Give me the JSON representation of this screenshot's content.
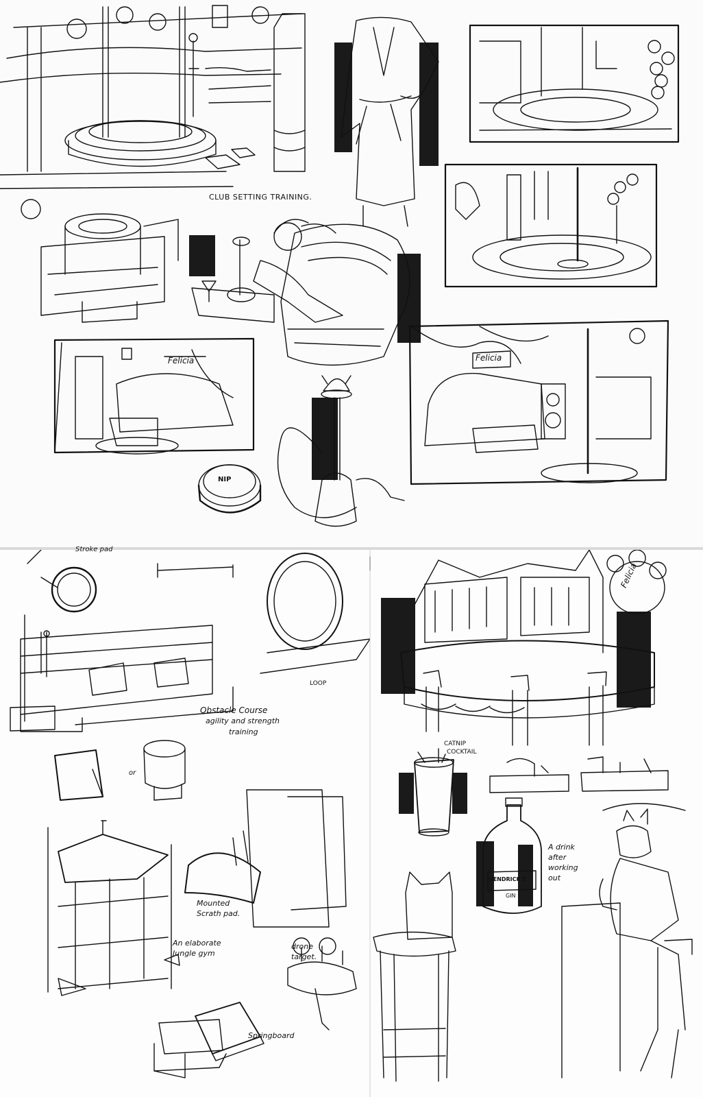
{
  "labels": {
    "club_setting": "CLUB SETTING TRAINING.",
    "nip_tin": "NIP",
    "felicia_sign_left": "Felicia",
    "felicia_sign_right": "Felicia",
    "felicia_bar_sign": "Felicia",
    "stroke_pad": "Stroke pad",
    "loop": "LOOP",
    "obstacle_course_1": "Obstacle Course",
    "obstacle_course_2": "agility and strength",
    "obstacle_course_3": "training",
    "or": "or",
    "catnip_cocktail_1": "CATNIP",
    "catnip_cocktail_2": "COCKTAIL",
    "hendricks": "HENDRICK'S",
    "hendricks_sub": "GIN",
    "drink_note_1": "A drink",
    "drink_note_2": "after",
    "drink_note_3": "working",
    "drink_note_4": "out",
    "scratch_pad_1": "Mounted",
    "scratch_pad_2": "Scrath pad.",
    "drone_target_1": "drone",
    "drone_target_2": "target.",
    "jungle_gym_1": "An elaborate",
    "jungle_gym_2": "Jungle gym",
    "springboard": "Springboard"
  },
  "colors": {
    "ink": "#111111",
    "paper": "#fbfbfb",
    "marker": "#1a1a1a"
  }
}
